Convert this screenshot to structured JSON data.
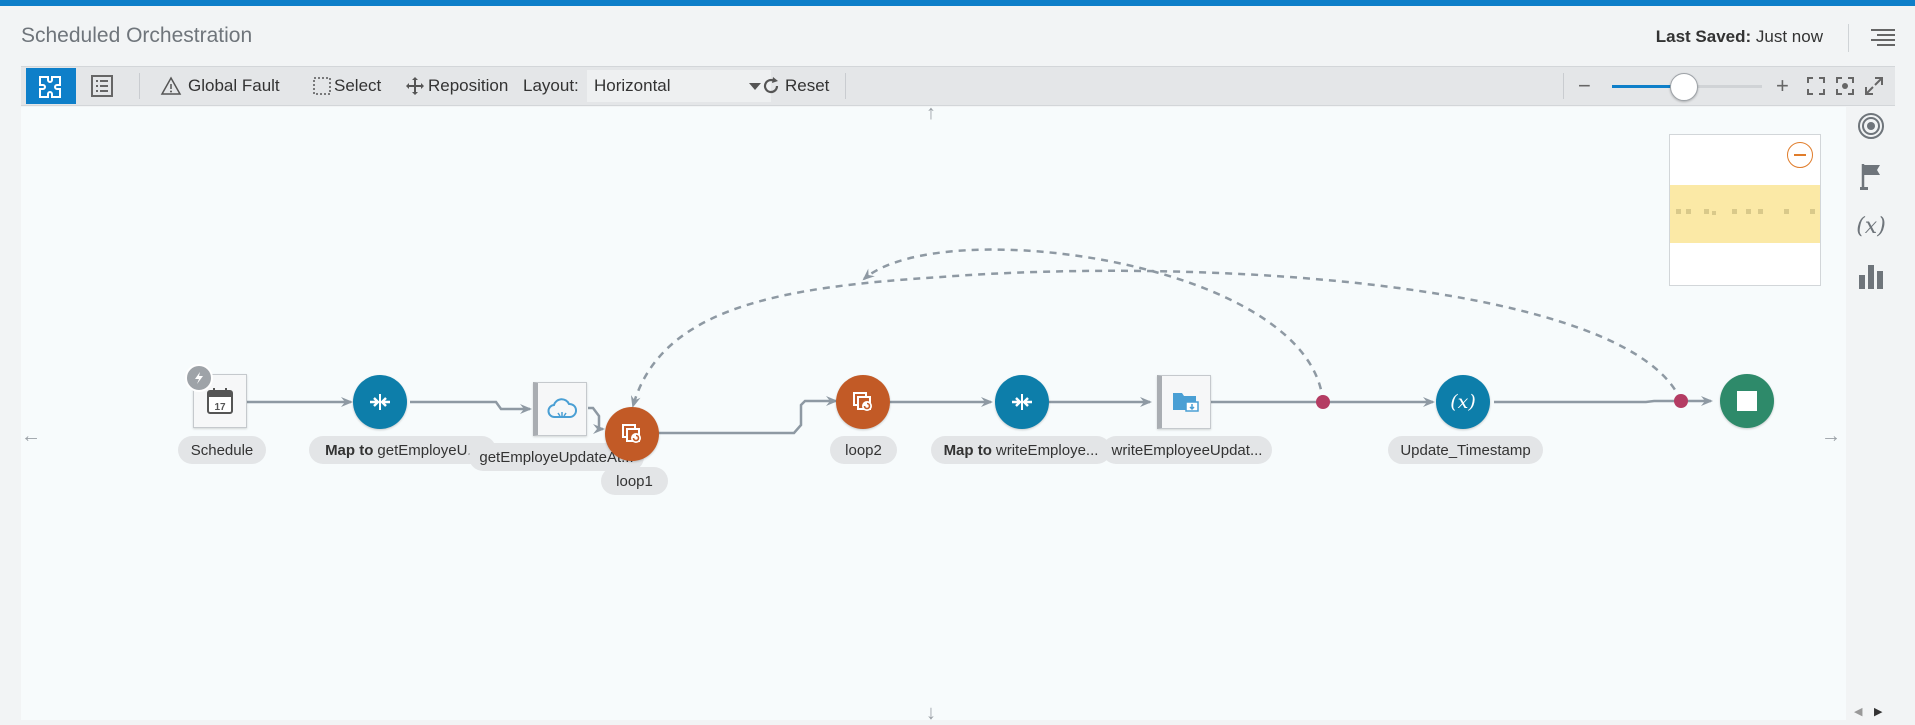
{
  "header": {
    "title": "Scheduled Orchestration",
    "last_saved_label": "Last Saved:",
    "last_saved_value": "Just now"
  },
  "toolbar": {
    "global_fault": "Global Fault",
    "select": "Select",
    "reposition": "Reposition",
    "layout_label": "Layout:",
    "layout_value": "Horizontal",
    "reset": "Reset",
    "zoom_minus": "−",
    "zoom_plus": "+",
    "zoom_level": 0.48
  },
  "nav_arrows": {
    "up": "↑",
    "down": "↓",
    "left": "←",
    "right": "→"
  },
  "flow": {
    "schedule": {
      "label": "Schedule",
      "day": "17"
    },
    "map1": {
      "bold": "Map to",
      "label": "getEmployeU..."
    },
    "invoke1": {
      "label": "getEmployeUpdateAt..."
    },
    "loop1": {
      "label": "loop1"
    },
    "loop2": {
      "label": "loop2"
    },
    "map2": {
      "bold": "Map to",
      "label": "writeEmploye..."
    },
    "invoke2": {
      "label": "writeEmployeeUpdat..."
    },
    "assign": {
      "label": "Update_Timestamp",
      "symbol": "(x)"
    }
  },
  "right_rail": {
    "items": [
      "target-icon",
      "flag-icon",
      "variable-icon",
      "chart-icon"
    ],
    "variable_symbol": "(x)"
  },
  "colors": {
    "accent": "#0e7fc9",
    "map_node": "#0d7eaa",
    "loop_node": "#c25a26",
    "end_node": "#2e8a6a",
    "junction": "#b43c63",
    "connector": "#8e99a3"
  }
}
